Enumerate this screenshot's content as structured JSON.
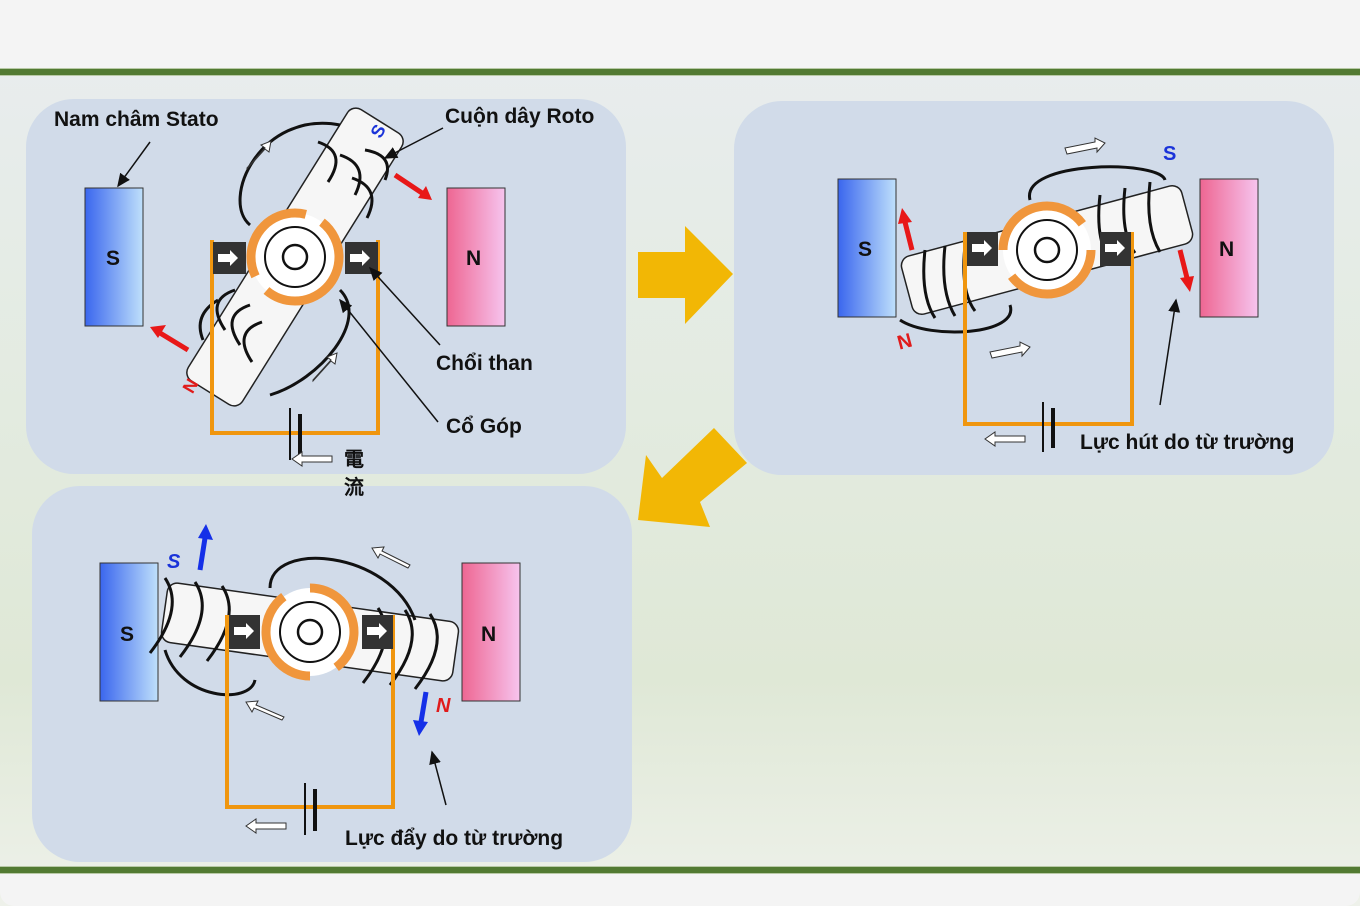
{
  "colors": {
    "panel": "#d1dbe9",
    "rule": "#527a32",
    "step_arrow": "#f2b705",
    "wire": "#f0960f",
    "commutator": "#f0963c",
    "south_pole": "#3f6ff0",
    "north_pole": "#f07aa0",
    "force_red": "#e81818",
    "force_blue": "#1530e8",
    "pole_label_blue": "#1a33d9",
    "pole_label_red": "#e01b1b",
    "brush": "#333333"
  },
  "panel1": {
    "stator_label": "Nam châm Stato",
    "rotor_coil_label": "Cuộn dây Roto",
    "brush_label": "Chổi than",
    "commutator_label": "Cổ Góp",
    "current_label_1": "電",
    "current_label_2": "流",
    "stator_left": "S",
    "stator_right": "N",
    "rotor_top_pole": "S",
    "rotor_bottom_pole": "N"
  },
  "panel2": {
    "stator_left": "S",
    "stator_right": "N",
    "rotor_top_pole": "S",
    "rotor_bottom_pole": "N",
    "force_label": "Lực hút do từ trường"
  },
  "panel3": {
    "stator_left": "S",
    "stator_right": "N",
    "rotor_top_pole": "S",
    "rotor_bottom_pole": "N",
    "force_label": "Lực đẩy do từ trường"
  }
}
